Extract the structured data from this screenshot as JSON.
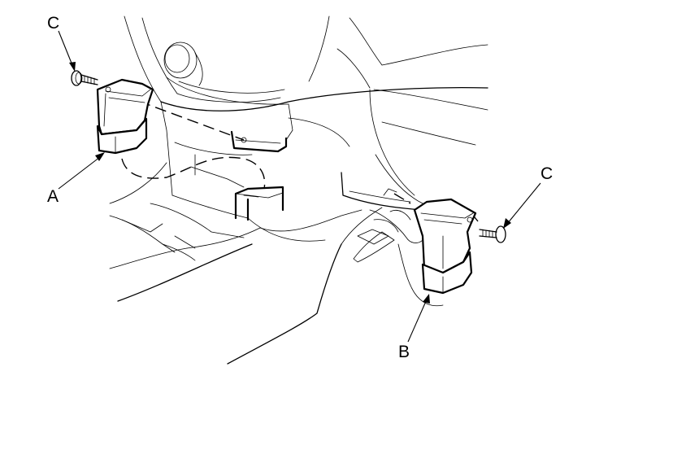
{
  "callouts": {
    "a": "A",
    "b": "B",
    "c_left": "C",
    "c_right": "C"
  },
  "colors": {
    "line": "#000000",
    "background": "#ffffff"
  }
}
